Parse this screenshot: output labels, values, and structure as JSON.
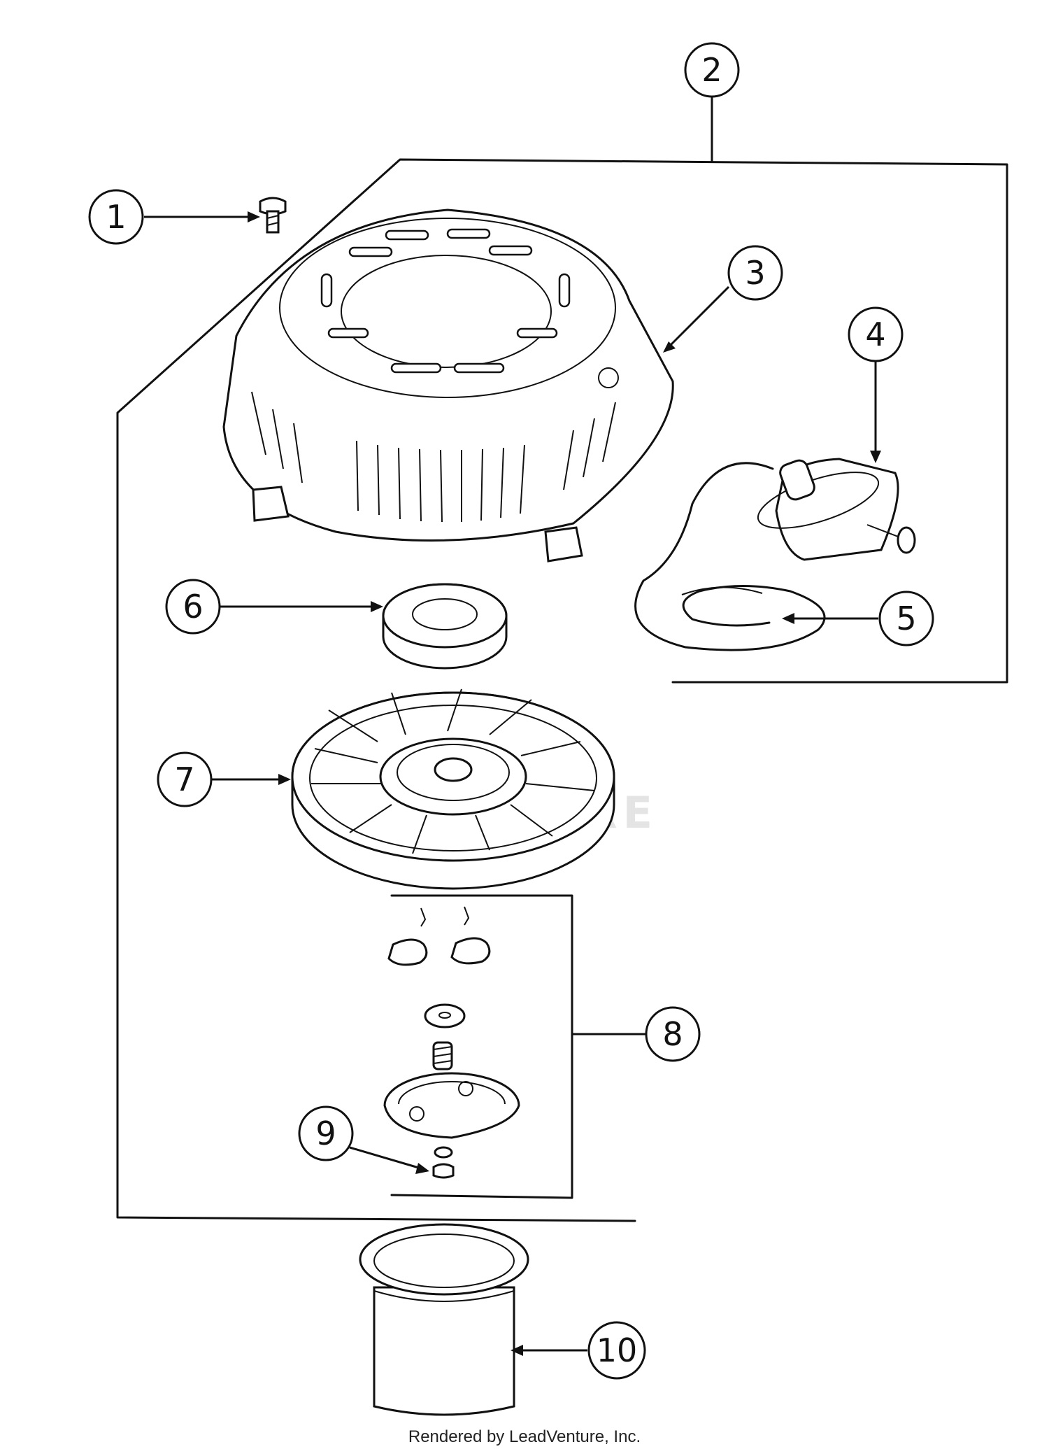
{
  "callouts": [
    {
      "id": "1",
      "label": "1"
    },
    {
      "id": "2",
      "label": "2"
    },
    {
      "id": "3",
      "label": "3"
    },
    {
      "id": "4",
      "label": "4"
    },
    {
      "id": "5",
      "label": "5"
    },
    {
      "id": "6",
      "label": "6"
    },
    {
      "id": "7",
      "label": "7"
    },
    {
      "id": "8",
      "label": "8"
    },
    {
      "id": "9",
      "label": "9"
    },
    {
      "id": "10",
      "label": "10"
    }
  ],
  "watermark": "VENTURE",
  "footer": "Rendered by LeadVenture, Inc."
}
